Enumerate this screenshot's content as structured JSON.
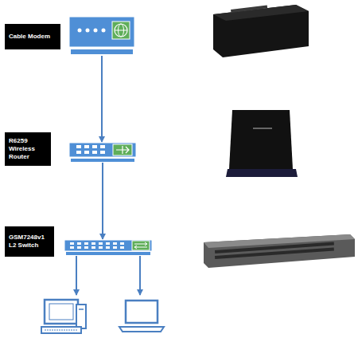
{
  "diagram": {
    "nodes": [
      {
        "text": [
          "Cable Modem"
        ]
      },
      {
        "text": [
          "R6259 Wireless Router"
        ]
      },
      {
        "text": [
          "GSM7248v1 L2 Switch"
        ]
      }
    ],
    "edges": [
      {
        "from": 0,
        "to": 1,
        "arrow": "to"
      },
      {
        "from": 1,
        "to": 2,
        "arrow": "to"
      }
    ]
  }
}
